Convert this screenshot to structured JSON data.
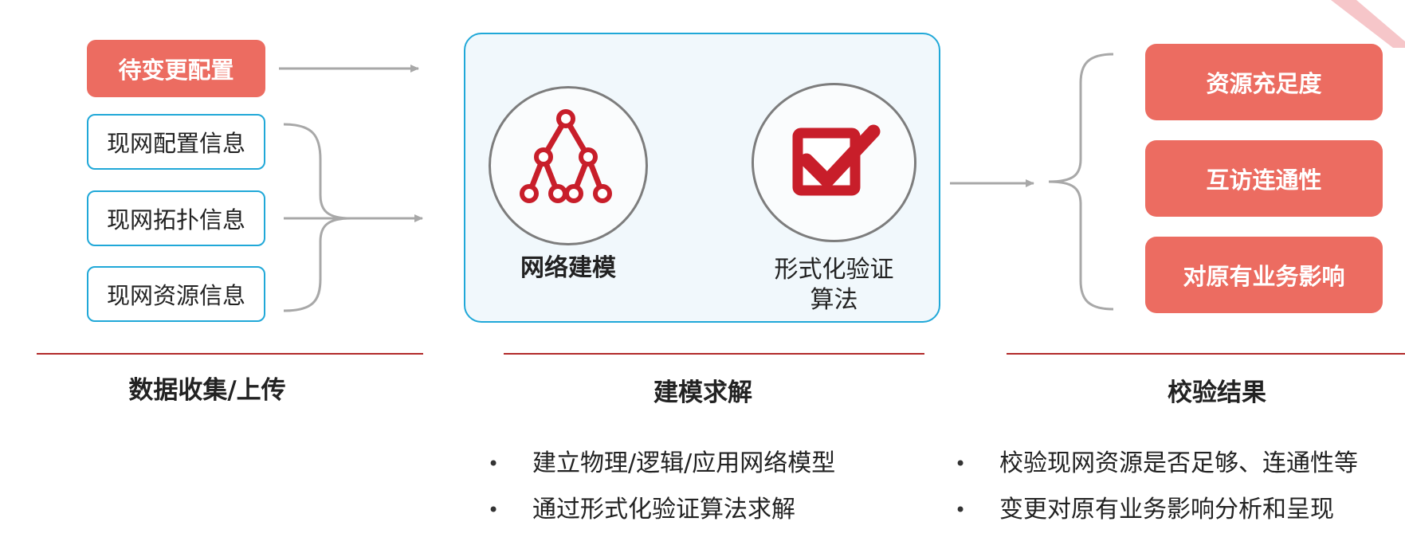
{
  "inputs": {
    "pending_config": "待变更配置",
    "current_config": "现网配置信息",
    "current_topology": "现网拓扑信息",
    "current_resources": "现网资源信息"
  },
  "modeling": {
    "network_model_label": "网络建模",
    "formal_verification_label_line1": "形式化验证",
    "formal_verification_label_line2": "算法"
  },
  "results": {
    "items": [
      "资源充足度",
      "互访连通性",
      "对原有业务影响"
    ]
  },
  "sections": {
    "collect_title": "数据收集/上传",
    "solve_title": "建模求解",
    "verify_title": "校验结果"
  },
  "bullets": {
    "solve": [
      "建立物理/逻辑/应用网络模型",
      "通过形式化验证算法求解"
    ],
    "verify": [
      "校验现网资源是否足够、连通性等",
      "变更对原有业务影响分析和呈现"
    ]
  },
  "colors": {
    "accent_red": "#ec6c61",
    "icon_red": "#c81e2a",
    "outline_blue": "#20a8d8",
    "panel_bg": "#f1f8fc",
    "rule_red": "#b22a2a",
    "connector_gray": "#a8a8a8"
  },
  "icons": [
    "tree-network-icon",
    "checkbox-check-icon",
    "corner-decoration"
  ]
}
